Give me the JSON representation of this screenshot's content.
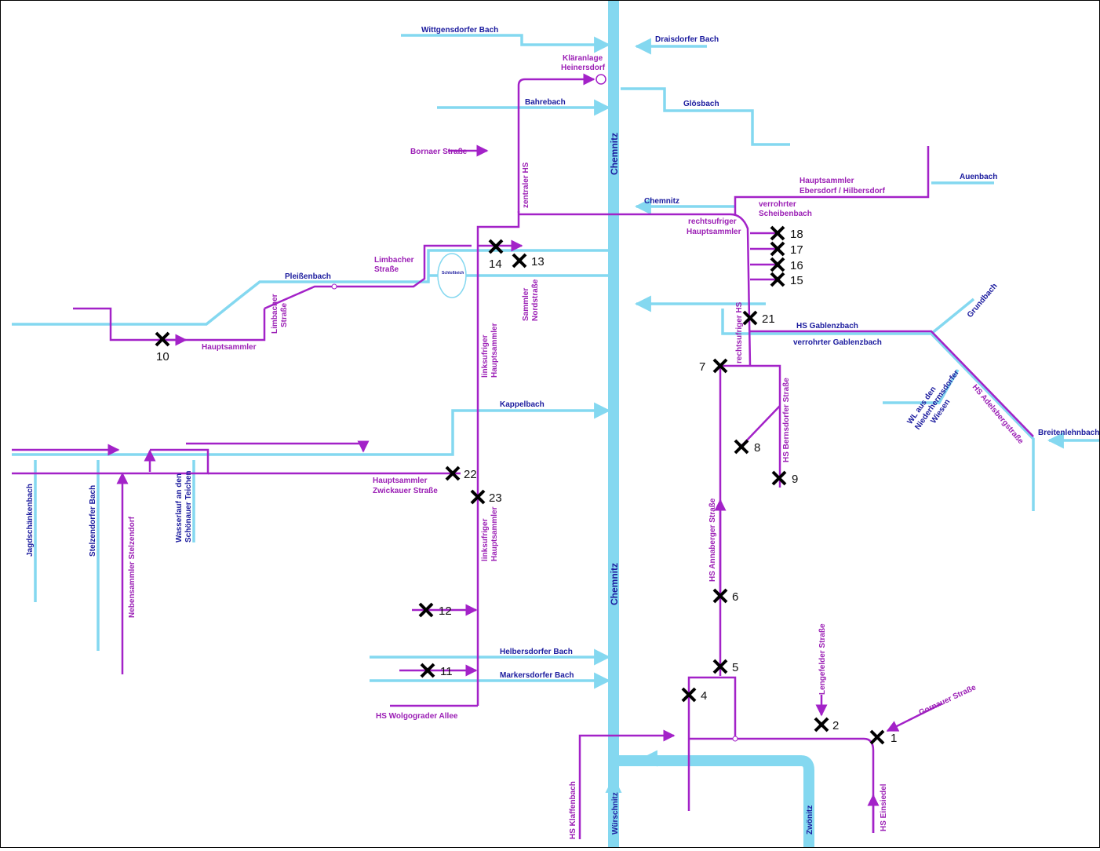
{
  "colors": {
    "river": "#84d8f0",
    "sewer": "#a322c8",
    "river_label": "#1b1b9e",
    "sewer_label": "#9b1fb5",
    "marker": "#000000"
  },
  "rivers": {
    "wittgensdorfer": "Wittgensdorfer Bach",
    "draisdorfer": "Draisdorfer Bach",
    "bahrebach": "Bahrebach",
    "gloesbach": "Glösbach",
    "chemnitz_small": "Chemnitz",
    "auenbach": "Auenbach",
    "pleissenbach": "Pleißenbach",
    "hs_gablenzbach": "HS Gablenzbach",
    "verrohrter_gablenzbach": "verrohrter Gablenzbach",
    "grundbach": "Grundbach",
    "kappelbach": "Kappelbach",
    "wl_niederhermsdorf": [
      "WL aus den",
      "Niederhermsdorfer",
      "Wiesen"
    ],
    "breitenlehnbach": "Breitenlehnbach",
    "helbersdorfer": "Helbersdorfer Bach",
    "markersdorfer": "Markersdorfer Bach",
    "jagdschaenkenbach": "Jagdschänkenbach",
    "stelzendorfer": "Stelzendorfer Bach",
    "wasserlauf": [
      "Wasserlauf an den",
      "Schönauer Teichen"
    ],
    "chemnitz_top": "Chemnitz",
    "chemnitz_bottom": "Chemnitz",
    "wuerschnitz": "Würschnitz",
    "zwoenitz": "Zwönitz",
    "schlossteich": "Schloßteich"
  },
  "sewers": {
    "klaeranlage": [
      "Kläranlage",
      "Heinersdorf"
    ],
    "bornaer": "Bornaer Straße",
    "zentraler_hs": "zentraler HS",
    "hs_ebersdorf": [
      "Hauptsammler",
      "Ebersdorf / Hilbersdorf"
    ],
    "verrohrter_scheibenbach": [
      "verrohrter",
      "Scheibenbach"
    ],
    "rechtsufriger_hs_top": [
      "rechtsufriger",
      "Hauptsammler"
    ],
    "limbacher_strasse_h": [
      "Limbacher",
      "Straße"
    ],
    "limbacher_strasse_v": [
      "Limbacher",
      "Straße"
    ],
    "hauptsammler_w": "Hauptsammler",
    "sammler_nordstrasse": [
      "Sammler",
      "Nordstraße"
    ],
    "linksufriger_top": [
      "linksufriger",
      "Hauptsammler"
    ],
    "rechtsufriger_hs_v": "rechtsufriger HS",
    "hs_bernsdorfer": "HS Bernsdorfer Straße",
    "hs_adelsberg": "HS Adelsbergstraße",
    "hs_zwickauer": [
      "Hauptsammler",
      "Zwickauer Straße"
    ],
    "linksufriger_bottom": [
      "linksufriger",
      "Hauptsammler"
    ],
    "nebensammler": "Nebensammler Stelzendorf",
    "hs_annaberger": "HS Annaberger Straße",
    "lengefelder": "Lengefelder Straße",
    "gornauer": "Gornauer Straße",
    "hs_wolgograder": "HS  Wolgograder Allee",
    "hs_klaffenbach": "HS Klaffenbach",
    "hs_einsiedel": "HS Einsiedel"
  },
  "sites": [
    "1",
    "2",
    "4",
    "5",
    "6",
    "7",
    "8",
    "9",
    "10",
    "11",
    "12",
    "13",
    "14",
    "15",
    "16",
    "17",
    "18",
    "21",
    "22",
    "23"
  ]
}
